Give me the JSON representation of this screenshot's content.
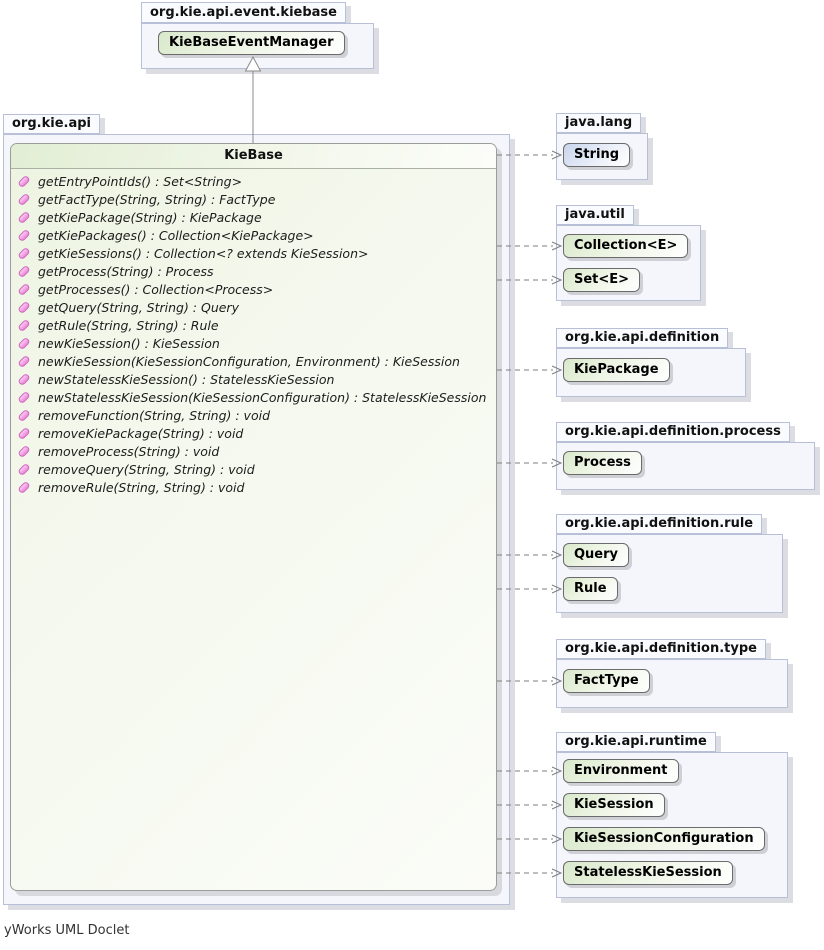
{
  "footer": {
    "label": "yWorks UML Doclet"
  },
  "top_package": {
    "name": "org.kie.api.event.kiebase",
    "classes": [
      {
        "label": "KieBaseEventManager",
        "kind": "interface"
      }
    ]
  },
  "main_package": {
    "name": "org.kie.api"
  },
  "kiebase": {
    "title": "KieBase",
    "methods": [
      "getEntryPointIds() : Set<String>",
      "getFactType(String, String) : FactType",
      "getKiePackage(String) : KiePackage",
      "getKiePackages() : Collection<KiePackage>",
      "getKieSessions() : Collection<? extends KieSession>",
      "getProcess(String) : Process",
      "getProcesses() : Collection<Process>",
      "getQuery(String, String) : Query",
      "getRule(String, String) : Rule",
      "newKieSession() : KieSession",
      "newKieSession(KieSessionConfiguration, Environment) : KieSession",
      "newStatelessKieSession() : StatelessKieSession",
      "newStatelessKieSession(KieSessionConfiguration) : StatelessKieSession",
      "removeFunction(String, String) : void",
      "removeKiePackage(String) : void",
      "removeProcess(String) : void",
      "removeQuery(String, String) : void",
      "removeRule(String, String) : void"
    ]
  },
  "right_packages": [
    {
      "name": "java.lang",
      "classes": [
        {
          "label": "String",
          "kind": "class"
        }
      ]
    },
    {
      "name": "java.util",
      "classes": [
        {
          "label": "Collection<E>",
          "kind": "interface"
        },
        {
          "label": "Set<E>",
          "kind": "interface"
        }
      ]
    },
    {
      "name": "org.kie.api.definition",
      "classes": [
        {
          "label": "KiePackage",
          "kind": "interface"
        }
      ]
    },
    {
      "name": "org.kie.api.definition.process",
      "classes": [
        {
          "label": "Process",
          "kind": "interface"
        }
      ]
    },
    {
      "name": "org.kie.api.definition.rule",
      "classes": [
        {
          "label": "Query",
          "kind": "interface"
        },
        {
          "label": "Rule",
          "kind": "interface"
        }
      ]
    },
    {
      "name": "org.kie.api.definition.type",
      "classes": [
        {
          "label": "FactType",
          "kind": "interface"
        }
      ]
    },
    {
      "name": "org.kie.api.runtime",
      "classes": [
        {
          "label": "Environment",
          "kind": "interface"
        },
        {
          "label": "KieSession",
          "kind": "interface"
        },
        {
          "label": "KieSessionConfiguration",
          "kind": "interface"
        },
        {
          "label": "StatelessKieSession",
          "kind": "interface"
        }
      ]
    }
  ],
  "relations": {
    "extends": [
      {
        "from": "KieBase",
        "to": "KieBaseEventManager",
        "style": "solid-hollow-triangle"
      }
    ],
    "dashed_dependencies_from_kiebase_to": [
      "String",
      "Collection<E>",
      "Set<E>",
      "KiePackage",
      "Process",
      "Query",
      "Rule",
      "FactType",
      "Environment",
      "KieSession",
      "KieSessionConfiguration",
      "StatelessKieSession"
    ]
  },
  "colors": {
    "interface_button_top": "#d9e9cb",
    "class_button_top": "#c9d5ec",
    "package_fill": "#f4f6fc",
    "package_border": "#b7c0d7",
    "classbox_fill": "#edf4e1",
    "classbox_border": "#999e99",
    "method_icon_pink": "#ec85da",
    "connector_gray": "#7e7e7e",
    "shadow": "#dcdde2"
  }
}
